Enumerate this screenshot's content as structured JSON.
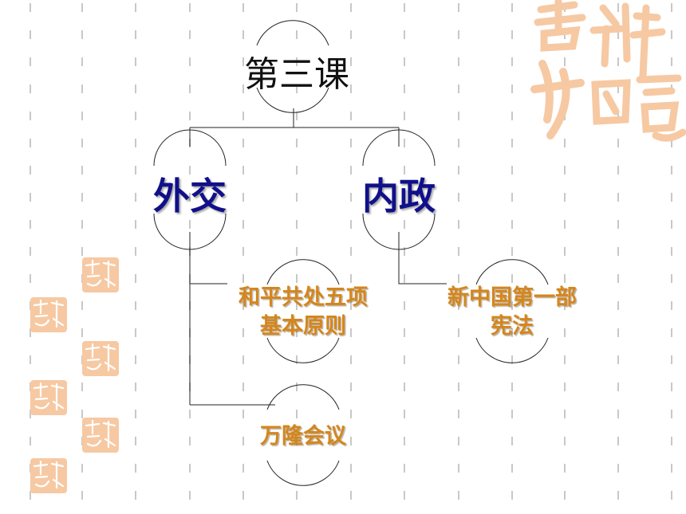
{
  "colors": {
    "dash": "#c8c8c8",
    "line": "#222222",
    "major_text": "#10108a",
    "minor_text": "#d4861c",
    "seal": "#f6c9a3"
  },
  "root": {
    "label": "第三课"
  },
  "branches": [
    {
      "label": "外交"
    },
    {
      "label": "内政"
    }
  ],
  "leaves": [
    {
      "line1": "和平共处五项",
      "line2": "基本原则"
    },
    {
      "line1": "万隆会议"
    },
    {
      "line1": "新中国第一部",
      "line2": "宪法"
    }
  ],
  "decorations": {
    "seal_glyphs": "吉祥如意"
  }
}
